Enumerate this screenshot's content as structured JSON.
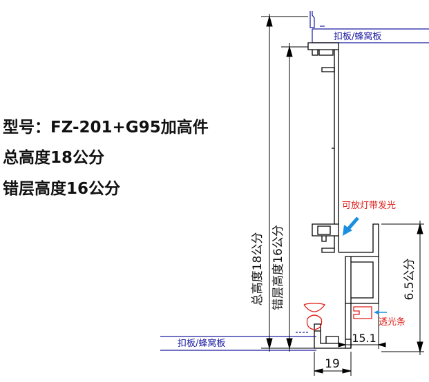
{
  "specs": {
    "model": "型号：FZ-201+G95加高件",
    "total_height": "总高度18公分",
    "stagger_height": "错层高度16公分"
  },
  "annotations": {
    "panel_top": "扣板/蜂窝板",
    "panel_bottom": "扣板/蜂窝板",
    "light_strip": "可放灯带发光",
    "translucent_strip": "透光条"
  },
  "dimensions": {
    "total": "总高度18公分",
    "stagger": "错层高度16公分",
    "right_height": "6.5公分",
    "width_19": "19",
    "width_15": "15.1"
  },
  "colors": {
    "outline": "#000000",
    "panel_line": "#1a1aa0",
    "callout_red": "#e0201b",
    "arrow_blue": "#1a8fe0"
  }
}
